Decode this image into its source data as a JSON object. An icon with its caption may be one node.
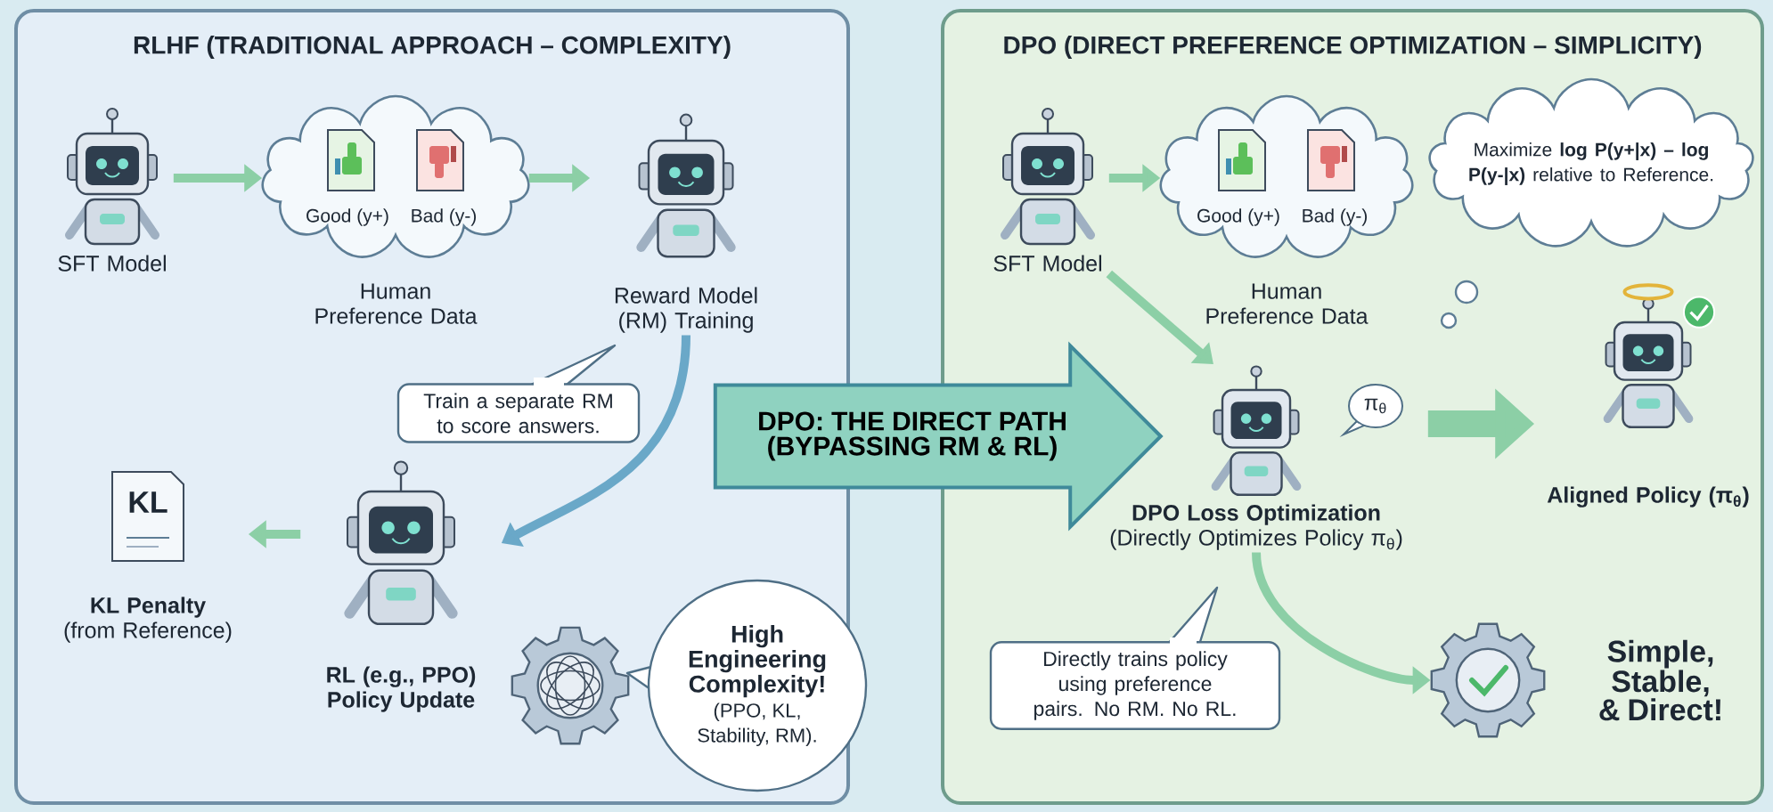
{
  "diagram": {
    "nodes": [
      {
        "text": [
          "RLHF (TRADITIONAL APPROACH – COMPLEXITY)"
        ]
      },
      {
        "text": [
          "SFT Model"
        ],
        "in": 0
      },
      {
        "text": [
          "Good (y+)",
          "Bad (y-)",
          "Human Preference Data"
        ],
        "in": 0
      },
      {
        "text": [
          "Reward Model (RM) Training"
        ],
        "in": 0
      },
      {
        "text": [
          "Train a separate RM to score answers."
        ],
        "in": 0
      },
      {
        "text": [
          "RL (e.g., PPO) Policy Update"
        ],
        "in": 0
      },
      {
        "text": [
          "KL",
          "KL Penalty",
          "(from Reference)"
        ],
        "in": 0
      },
      {
        "text": [
          "High Engineering Complexity!",
          "(PPO, KL, Stability, RM)."
        ]
      },
      {
        "text": [
          "DPO: THE DIRECT PATH (BYPASSING RM & RL)"
        ]
      },
      {
        "text": [
          "DPO (DIRECT PREFERENCE OPTIMIZATION – SIMPLICITY)"
        ]
      },
      {
        "text": [
          "SFT Model"
        ],
        "in": 9
      },
      {
        "text": [
          "Good (y+)",
          "Bad (y-)",
          "Human Preference Data"
        ],
        "in": 9
      },
      {
        "text": [
          "Maximize **log P(y+|x) – log P(y-|x)** relative to Reference."
        ],
        "in": 9
      },
      {
        "text": [
          "DPO Loss Optimization",
          "(Directly Optimizes Policy π$_{θ}$)"
        ],
        "in": 9
      },
      {
        "text": [
          "π$_{θ}$"
        ],
        "in": 13
      },
      {
        "text": [
          "Aligned Policy (π$_{θ}$)"
        ],
        "in": 9
      },
      {
        "text": [
          "Directly trains policy using preference pairs. No RM. No RL."
        ],
        "in": 9
      },
      {
        "text": [],
        "shape": "picture",
        "beside": [
          "Simple, Stable, & Direct!"
        ],
        "in": 9
      }
    ],
    "edges": [
      {
        "from": 1,
        "to": 2,
        "arrow": "to"
      },
      {
        "from": 2,
        "to": 3,
        "arrow": "to"
      },
      {
        "from": 3,
        "to": 5,
        "arrow": "to",
        "color": "#6aa8c8"
      },
      {
        "from": 5,
        "to": 6,
        "arrow": "to"
      },
      {
        "from": 10,
        "to": 11,
        "arrow": "to"
      },
      {
        "from": 10,
        "to": 13,
        "arrow": "to"
      },
      {
        "from": 13,
        "to": 15,
        "arrow": "to",
        "style": "thick"
      },
      {
        "from": 13,
        "to": 17,
        "arrow": "to"
      }
    ]
  }
}
